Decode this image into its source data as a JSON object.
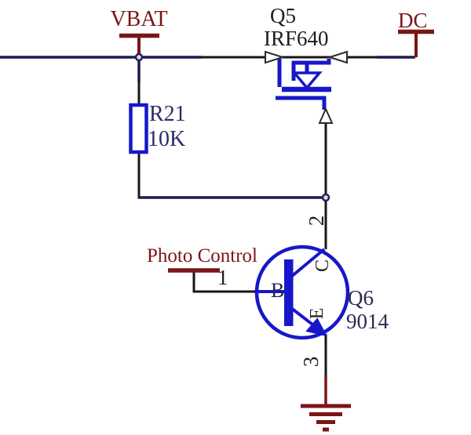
{
  "colors": {
    "background": "#ffffff",
    "wire_navy": "#1c1c4e",
    "wire_black": "#161616",
    "component_blue": "#1717c9",
    "power_red": "#7a1518",
    "value_navy": "#2b2b66",
    "text_dark": "#1d1d1d"
  },
  "power_ports": {
    "vbat": {
      "label": "VBAT"
    },
    "dc": {
      "label": "DC"
    },
    "photo_control": {
      "label": "Photo Control"
    }
  },
  "components": {
    "q5": {
      "designator": "Q5",
      "part_number": "IRF640"
    },
    "r21": {
      "designator": "R21",
      "value": "10K"
    },
    "q6": {
      "designator": "Q6",
      "part_number": "9014",
      "pin_labels": {
        "base": "B",
        "collector": "C",
        "emitter": "E"
      },
      "pin_numbers": {
        "base": "1",
        "collector": "2",
        "emitter": "3"
      }
    }
  }
}
